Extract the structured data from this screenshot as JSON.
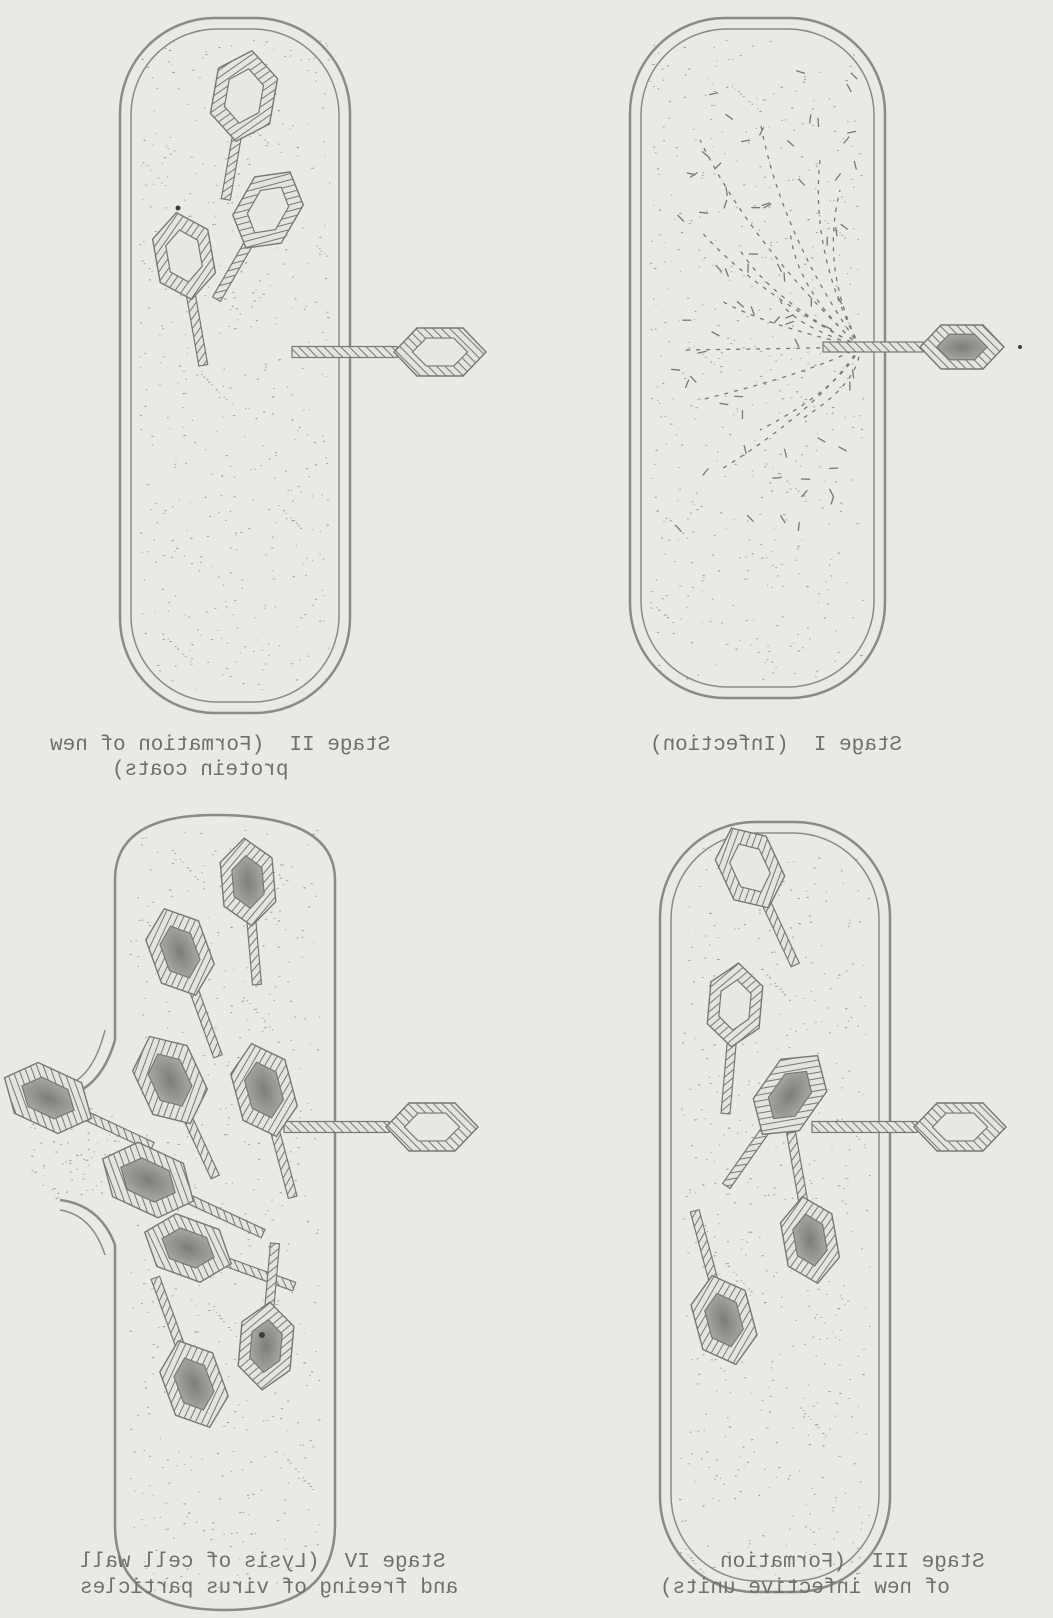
{
  "colors": {
    "paper": "#e9e9e6",
    "ink": "#7a7a78",
    "wall": "#8a8a87",
    "dot": "#8d8d8a",
    "head_fill": "#9a9a97",
    "caption": "#6f6f6d"
  },
  "captions": {
    "stage_ii_line1": "Stage II  (Formation of new",
    "stage_ii_line2": "protein coats)",
    "stage_i_line1": "Stage I  (Infection)",
    "stage_iv_line1": "Stage IV  (Lysis of cell wall",
    "stage_iv_line2": "and freeing of virus particles",
    "stage_iii_line1": "Stage III  (Formation",
    "stage_iii_line2": "of new infective units)"
  }
}
